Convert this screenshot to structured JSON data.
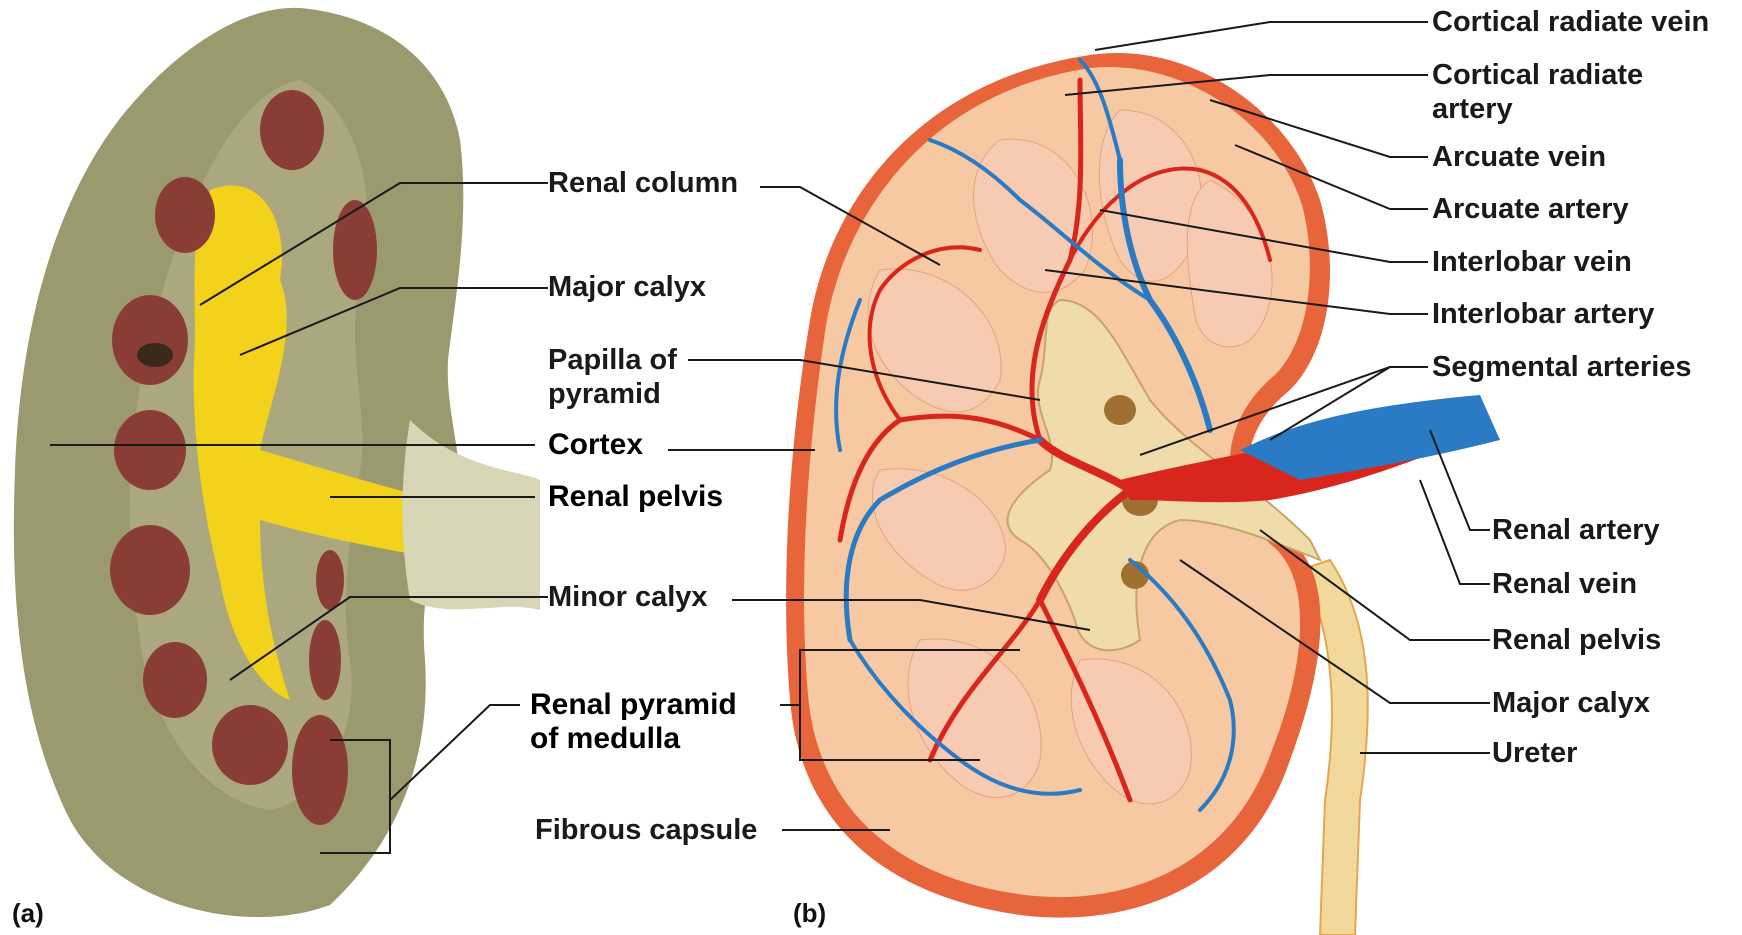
{
  "figure": {
    "panel_a_tag": "(a)",
    "panel_b_tag": "(b)"
  },
  "colors": {
    "cortex_photo": "#9a9a6e",
    "fat": "#f2d21a",
    "pyramid_photo": "#8a3d36",
    "artery": "#d9261c",
    "vein": "#2a7ac4",
    "capsule": "#e8643a",
    "pyramid_drawn": "#f6cbb2",
    "pelvis_drawn": "#f0dcab",
    "line": "#1a1a1a"
  },
  "labels_a": {
    "renal_column": "Renal column",
    "major_calyx": "Major calyx",
    "papilla_1": "Papilla of",
    "papilla_2": "pyramid",
    "cortex": "Cortex",
    "renal_pelvis": "Renal pelvis",
    "minor_calyx": "Minor calyx",
    "pyramid_1": "Renal pyramid",
    "pyramid_2": "of medulla",
    "fibrous_capsule": "Fibrous capsule"
  },
  "labels_b": {
    "cortical_radiate_vein": "Cortical radiate vein",
    "cortical_radiate_artery_1": "Cortical radiate",
    "cortical_radiate_artery_2": "artery",
    "arcuate_vein": "Arcuate vein",
    "arcuate_artery": "Arcuate artery",
    "interlobar_vein": "Interlobar vein",
    "interlobar_artery": "Interlobar artery",
    "segmental_arteries": "Segmental arteries",
    "renal_artery": "Renal artery",
    "renal_vein": "Renal vein",
    "renal_pelvis": "Renal pelvis",
    "major_calyx": "Major calyx",
    "ureter": "Ureter"
  }
}
